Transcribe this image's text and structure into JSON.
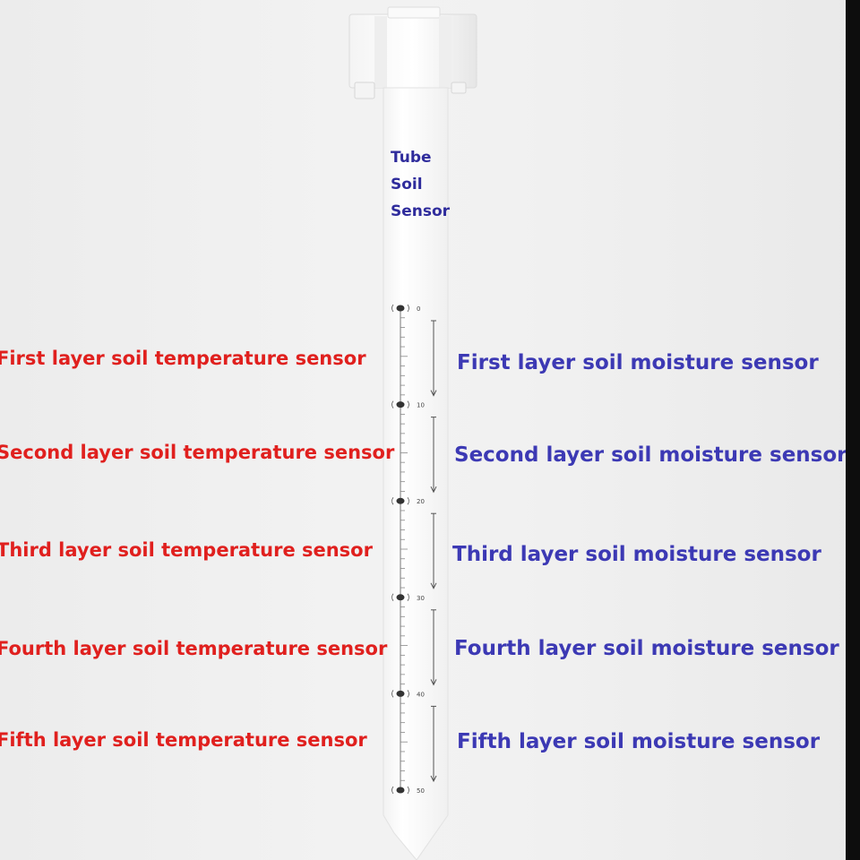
{
  "tube_title": [
    "Tube",
    "Soil",
    "Sensor"
  ],
  "scale_marks": [
    "0",
    "10",
    "20",
    "30",
    "40",
    "50"
  ],
  "temperature_labels": [
    "First layer soil temperature sensor",
    "Second layer soil temperature sensor",
    "Third layer soil temperature sensor",
    "Fourth layer soil temperature sensor",
    "Fifth layer soil temperature sensor"
  ],
  "moisture_labels": [
    "First layer soil moisture sensor",
    "Second layer soil moisture sensor",
    "Third layer soil moisture sensor",
    "Fourth layer soil moisture sensor",
    "Fifth layer soil moisture sensor"
  ],
  "colors": {
    "temperature_text": "#e0201e",
    "moisture_text": "#3c39b4",
    "tube_title_text": "#2f2c9c"
  }
}
